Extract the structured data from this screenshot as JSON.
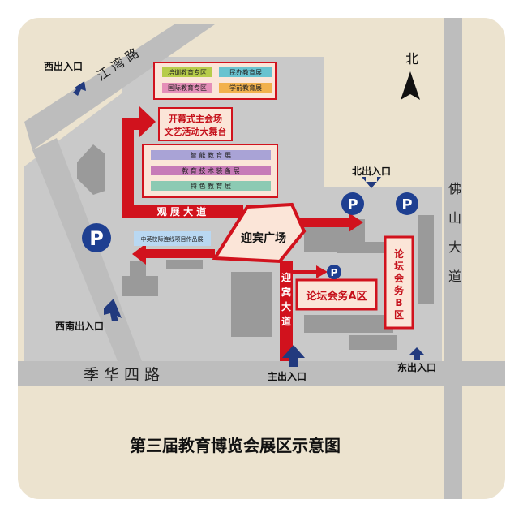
{
  "title": "第三届教育博览会展区示意图",
  "compass": {
    "label": "北"
  },
  "roads": {
    "jiangwan": "江 湾 路",
    "jihua": "季  华  四  路",
    "foshan": [
      "佛",
      "山",
      "大",
      "道"
    ],
    "guanzhan": "观 展 大 道",
    "yingbin": [
      "迎",
      "宾",
      "大",
      "道"
    ]
  },
  "entrances": {
    "west": "西出入口",
    "north": "北出入口",
    "southwest": "西南出入口",
    "main": "主出入口",
    "east": "东出入口"
  },
  "parking_label": "P",
  "zones": {
    "training": "培训教育专区",
    "private": "民办教育展",
    "international": "国际教育专区",
    "preschool": "学前教育展",
    "main_stage": [
      "开幕式主会场",
      "文艺活动大舞台"
    ],
    "smart": "智  能  教  育  展",
    "equipment": "教  育  技  术  装  备  展",
    "special": "特  色  教  育  展",
    "sino_uk": "中英校际连线项目作品展",
    "plaza": "迎宾广场",
    "forum_a": "论坛会务A区",
    "forum_b": [
      "论",
      "坛",
      "会",
      "务",
      "B",
      "区"
    ]
  },
  "colors": {
    "border_bg": "#ffffff",
    "map_bg": "#ece3cf",
    "ground": "#c9c9c9",
    "building": "#9a9a9a",
    "road": "#bdbdbd",
    "accent_red": "#d1121d",
    "zone_fill": "#fbe5d8",
    "parking_blue": "#1e3f91",
    "arrow_navy": "#223a7e",
    "zone_green": "#b7cc4a",
    "zone_cyan": "#69c3d0",
    "zone_pink": "#e58fb8",
    "zone_orange": "#f2b14d",
    "zone_lavender": "#a9a3d6",
    "zone_magenta": "#c77ab8",
    "zone_teal": "#8ccab3",
    "zone_lightblue": "#b9d8f2"
  }
}
